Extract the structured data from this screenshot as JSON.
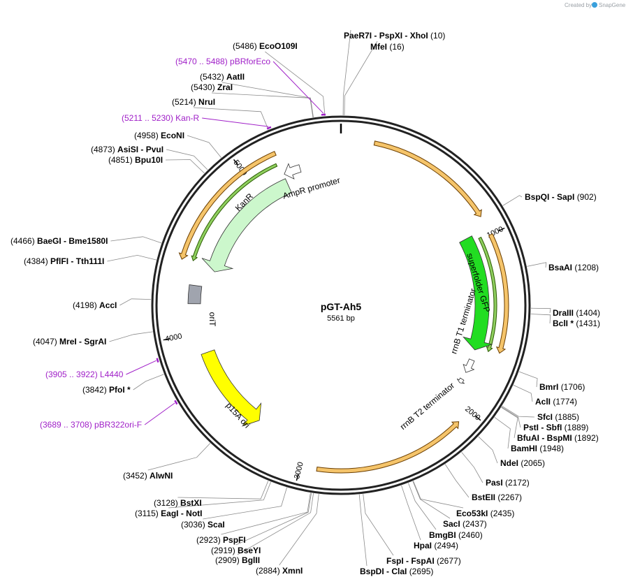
{
  "credit": "Created by",
  "credit_brand": "SnapGene",
  "plasmid": {
    "name": "pGT-Ah5",
    "length": 5561,
    "length_label": "5561 bp"
  },
  "ticks": [
    "1000",
    "2000",
    "3000",
    "4000",
    "5000"
  ],
  "features": [
    {
      "name": "superfolder GFP",
      "start": 959,
      "end": 1675,
      "dir": 1,
      "color": "#22dd22"
    },
    {
      "name": "rrnB T1 terminator",
      "start": 1741,
      "end": 1827,
      "dir": 1,
      "color": "#ffffff"
    },
    {
      "name": "rrnB T2 terminator",
      "start": 1875,
      "end": 1902,
      "dir": 1,
      "color": "#ffffff"
    },
    {
      "name": "p15A ori",
      "start": 3326,
      "end": 3871,
      "dir": -1,
      "color": "#ffff00"
    },
    {
      "name": "oriT",
      "start": 4180,
      "end": 4290,
      "dir": 0,
      "color": "#a0a4ae"
    },
    {
      "name": "KanR",
      "start": 4400,
      "end": 5195,
      "dir": -1,
      "color": "#ccf7cc"
    },
    {
      "name": "AmpR promoter",
      "start": 5200,
      "end": 5304,
      "dir": -1,
      "color": "#ffffff"
    }
  ],
  "orfs": [
    {
      "start": 180,
      "end": 890,
      "dir": 1
    },
    {
      "start": 1000,
      "end": 1650,
      "dir": 1
    },
    {
      "start": 2080,
      "end": 2910,
      "dir": -1
    },
    {
      "start": 4420,
      "end": 5200,
      "dir": -1
    }
  ],
  "primers": [
    {
      "label": "(5470 .. 5488)  pBRforEco"
    },
    {
      "label": "(5211 .. 5230)  Kan-R"
    },
    {
      "label": "(3905 .. 3922)  L4440"
    },
    {
      "label": "(3689 .. 3708)  pBR322ori-F"
    }
  ],
  "sites": [
    {
      "pos": "(10)",
      "name": "PaeR7I  - PspXI  - XhoI"
    },
    {
      "pos": "(16)",
      "name": "MfeI"
    },
    {
      "pos": "(5486)",
      "name": "EcoO109I"
    },
    {
      "pos": "(5432)",
      "name": "AatII"
    },
    {
      "pos": "(5430)",
      "name": "ZraI"
    },
    {
      "pos": "(5214)",
      "name": "NruI"
    },
    {
      "pos": "(4958)",
      "name": "EcoNI"
    },
    {
      "pos": "(4873)",
      "name": "AsiSI  - PvuI"
    },
    {
      "pos": "(4851)",
      "name": "Bpu10I"
    },
    {
      "pos": "(4466)",
      "name": "BaeGI  - Bme1580I"
    },
    {
      "pos": "(4384)",
      "name": "PflFI  - Tth111I"
    },
    {
      "pos": "(4198)",
      "name": "AccI"
    },
    {
      "pos": "(4047)",
      "name": "MreI  - SgrAI"
    },
    {
      "pos": "(3842)",
      "name": "PfoI *"
    },
    {
      "pos": "(3452)",
      "name": "AlwNI"
    },
    {
      "pos": "(3128)",
      "name": "BstXI"
    },
    {
      "pos": "(3115)",
      "name": "EagI  - NotI"
    },
    {
      "pos": "(3036)",
      "name": "ScaI"
    },
    {
      "pos": "(2923)",
      "name": "PspFI"
    },
    {
      "pos": "(2919)",
      "name": "BseYI"
    },
    {
      "pos": "(2909)",
      "name": "BglII"
    },
    {
      "pos": "(2884)",
      "name": "XmnI"
    },
    {
      "pos": "(902)",
      "name": "BspQI  - SapI"
    },
    {
      "pos": "(1208)",
      "name": "BsaAI"
    },
    {
      "pos": "(1404)",
      "name": "DraIII"
    },
    {
      "pos": "(1431)",
      "name": "BclI *"
    },
    {
      "pos": "(1706)",
      "name": "BmrI"
    },
    {
      "pos": "(1774)",
      "name": "AclI"
    },
    {
      "pos": "(1885)",
      "name": "SfcI"
    },
    {
      "pos": "(1889)",
      "name": "PstI  - SbfI"
    },
    {
      "pos": "(1892)",
      "name": "BfuAI  - BspMI"
    },
    {
      "pos": "(1948)",
      "name": "BamHI"
    },
    {
      "pos": "(2065)",
      "name": "NdeI"
    },
    {
      "pos": "(2172)",
      "name": "PasI"
    },
    {
      "pos": "(2267)",
      "name": "BstEII"
    },
    {
      "pos": "(2435)",
      "name": "Eco53kI"
    },
    {
      "pos": "(2437)",
      "name": "SacI"
    },
    {
      "pos": "(2460)",
      "name": "BmgBI"
    },
    {
      "pos": "(2494)",
      "name": "HpaI"
    },
    {
      "pos": "(2677)",
      "name": "FspI  - FspAI"
    },
    {
      "pos": "(2695)",
      "name": "BspDI  - ClaI"
    }
  ]
}
